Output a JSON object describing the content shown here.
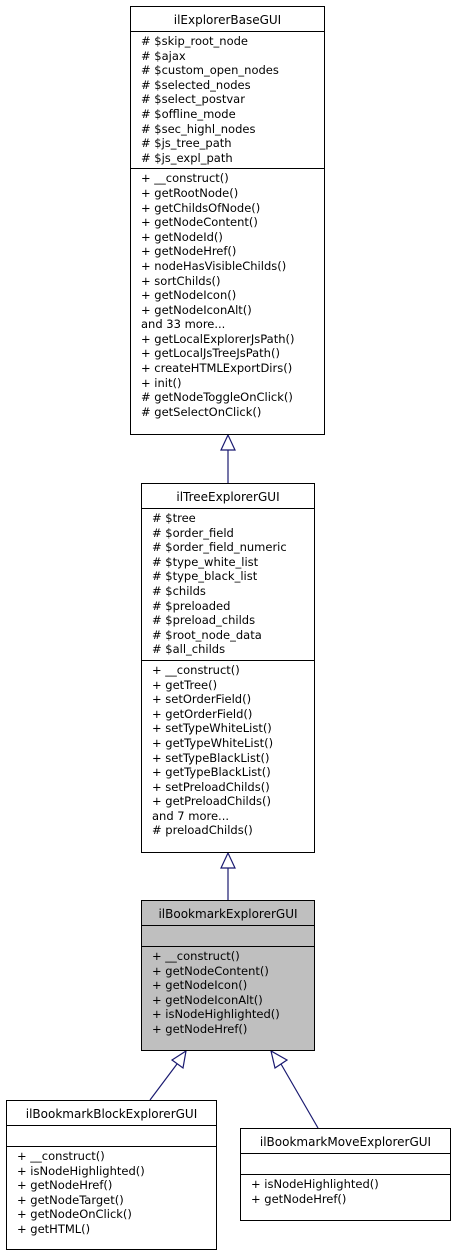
{
  "classes": {
    "base": {
      "name": "ilExplorerBaseGUI",
      "attributes": [
        "# $skip_root_node",
        "# $ajax",
        "# $custom_open_nodes",
        "# $selected_nodes",
        "# $select_postvar",
        "# $offline_mode",
        "# $sec_highl_nodes",
        "# $js_tree_path",
        "# $js_expl_path"
      ],
      "operations": [
        "+ __construct()",
        "+ getRootNode()",
        "+ getChildsOfNode()",
        "+ getNodeContent()",
        "+ getNodeId()",
        "+ getNodeHref()",
        "+ nodeHasVisibleChilds()",
        "+ sortChilds()",
        "+ getNodeIcon()",
        "+ getNodeIconAlt()",
        "and 33 more...",
        "+ getLocalExplorerJsPath()",
        "+ getLocalJsTreeJsPath()",
        "+ createHTMLExportDirs()",
        "+ init()",
        "# getNodeToggleOnClick()",
        "# getSelectOnClick()"
      ]
    },
    "tree": {
      "name": "ilTreeExplorerGUI",
      "attributes": [
        "# $tree",
        "# $order_field",
        "# $order_field_numeric",
        "# $type_white_list",
        "# $type_black_list",
        "# $childs",
        "# $preloaded",
        "# $preload_childs",
        "# $root_node_data",
        "# $all_childs"
      ],
      "operations": [
        "+ __construct()",
        "+ getTree()",
        "+ setOrderField()",
        "+ getOrderField()",
        "+ setTypeWhiteList()",
        "+ getTypeWhiteList()",
        "+ setTypeBlackList()",
        "+ getTypeBlackList()",
        "+ setPreloadChilds()",
        "+ getPreloadChilds()",
        "and 7 more...",
        "# preloadChilds()"
      ]
    },
    "bookmark": {
      "name": "ilBookmarkExplorerGUI",
      "attributes": [],
      "operations": [
        "+ __construct()",
        "+ getNodeContent()",
        "+ getNodeIcon()",
        "+ getNodeIconAlt()",
        "+ isNodeHighlighted()",
        "+ getNodeHref()"
      ]
    },
    "block": {
      "name": "ilBookmarkBlockExplorerGUI",
      "attributes": [],
      "operations": [
        "+ __construct()",
        "+ isNodeHighlighted()",
        "+ getNodeHref()",
        "+ getNodeTarget()",
        "+ getNodeOnClick()",
        "+ getHTML()"
      ]
    },
    "move": {
      "name": "ilBookmarkMoveExplorerGUI",
      "attributes": [],
      "operations": [
        "+ isNodeHighlighted()",
        "+ getNodeHref()"
      ]
    }
  },
  "colors": {
    "edge": "#191970",
    "highlight": "#bfbfbf",
    "border": "#000000"
  }
}
